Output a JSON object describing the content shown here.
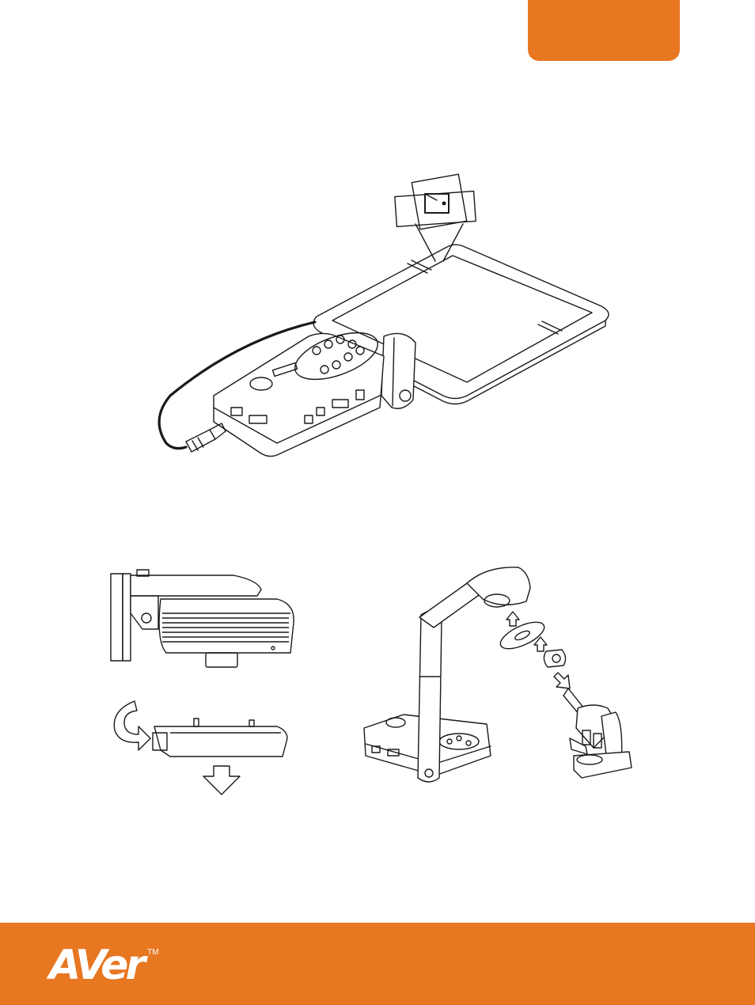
{
  "theme": {
    "accent": "#E87722",
    "line": "#1a1a1a"
  },
  "brand": {
    "name": "AVer",
    "trademark": "TM"
  },
  "figures": [
    {
      "name": "device-with-power-switch-and-cable"
    },
    {
      "name": "lamp-head-side-view"
    },
    {
      "name": "lamp-rotate-and-remove"
    },
    {
      "name": "camera-microscope-adapter-assembly"
    }
  ]
}
